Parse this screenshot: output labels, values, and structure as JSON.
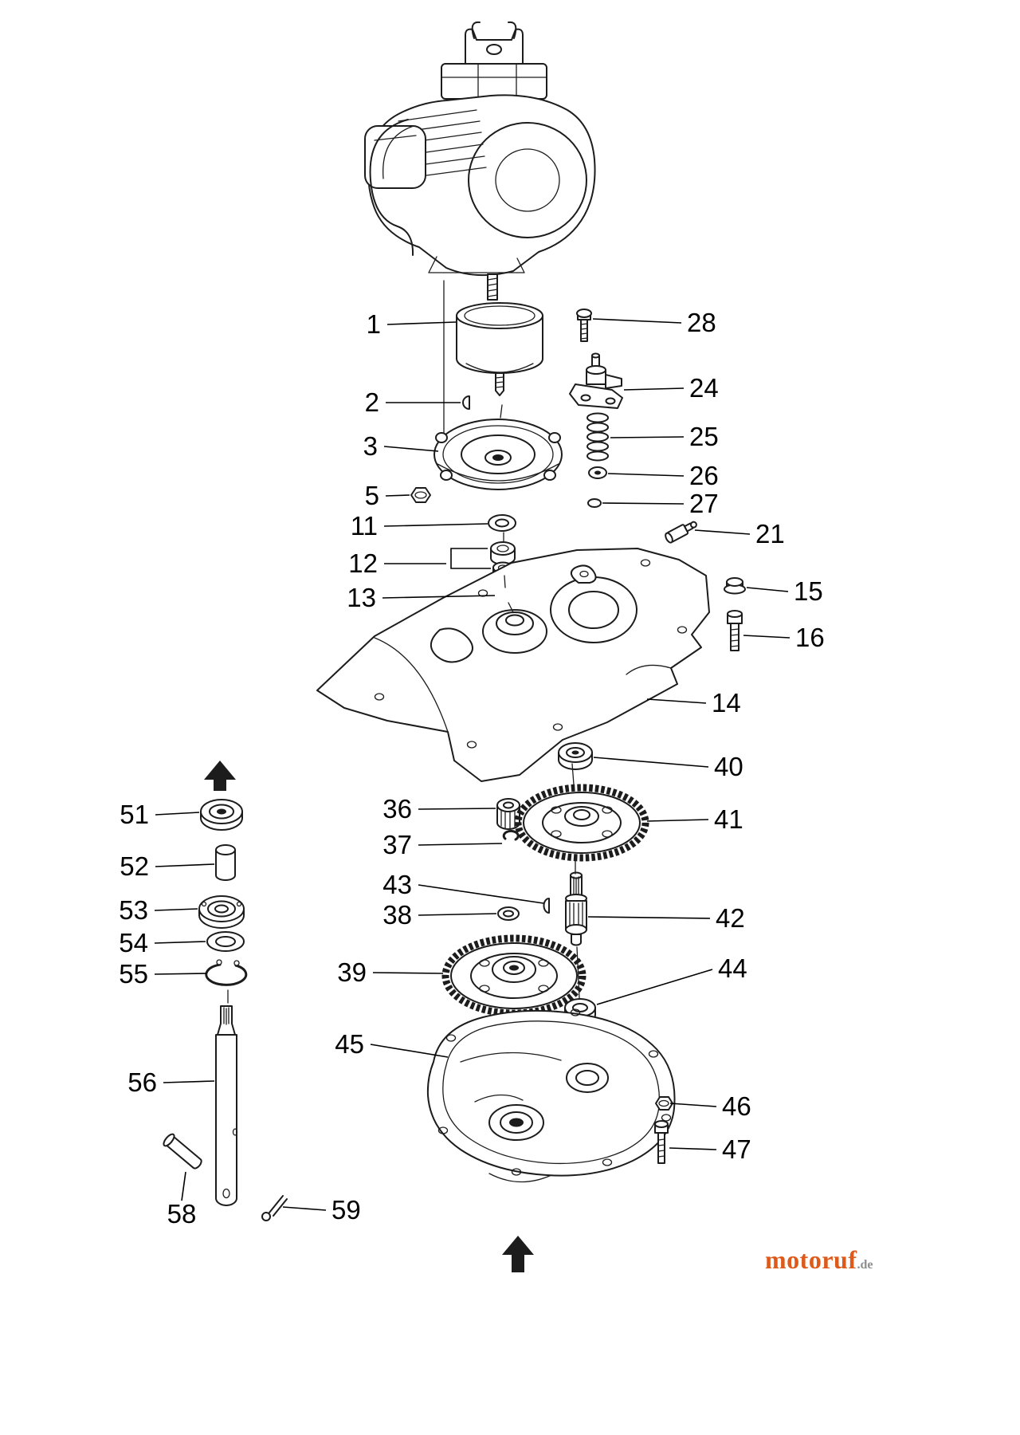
{
  "page": {
    "background": "#ffffff",
    "line_color": "#1c1c1c",
    "label_color": "#000000"
  },
  "watermark": {
    "brand": "motoruf",
    "tld": ".de",
    "brand_color": "#dd5a1a",
    "tld_color": "#8e8e8e"
  },
  "diagram": {
    "type": "exploded-parts-diagram",
    "assembly_arrows": [
      "up-arrow",
      "up-arrow"
    ],
    "callouts": [
      {
        "num": "1"
      },
      {
        "num": "2"
      },
      {
        "num": "3"
      },
      {
        "num": "5"
      },
      {
        "num": "11"
      },
      {
        "num": "12"
      },
      {
        "num": "13"
      },
      {
        "num": "28"
      },
      {
        "num": "24"
      },
      {
        "num": "25"
      },
      {
        "num": "26"
      },
      {
        "num": "27"
      },
      {
        "num": "21"
      },
      {
        "num": "15"
      },
      {
        "num": "16"
      },
      {
        "num": "14"
      },
      {
        "num": "40"
      },
      {
        "num": "36"
      },
      {
        "num": "41"
      },
      {
        "num": "37"
      },
      {
        "num": "43"
      },
      {
        "num": "42"
      },
      {
        "num": "38"
      },
      {
        "num": "39"
      },
      {
        "num": "44"
      },
      {
        "num": "45"
      },
      {
        "num": "46"
      },
      {
        "num": "47"
      },
      {
        "num": "51"
      },
      {
        "num": "52"
      },
      {
        "num": "53"
      },
      {
        "num": "54"
      },
      {
        "num": "55"
      },
      {
        "num": "56"
      },
      {
        "num": "58"
      },
      {
        "num": "59"
      }
    ]
  }
}
